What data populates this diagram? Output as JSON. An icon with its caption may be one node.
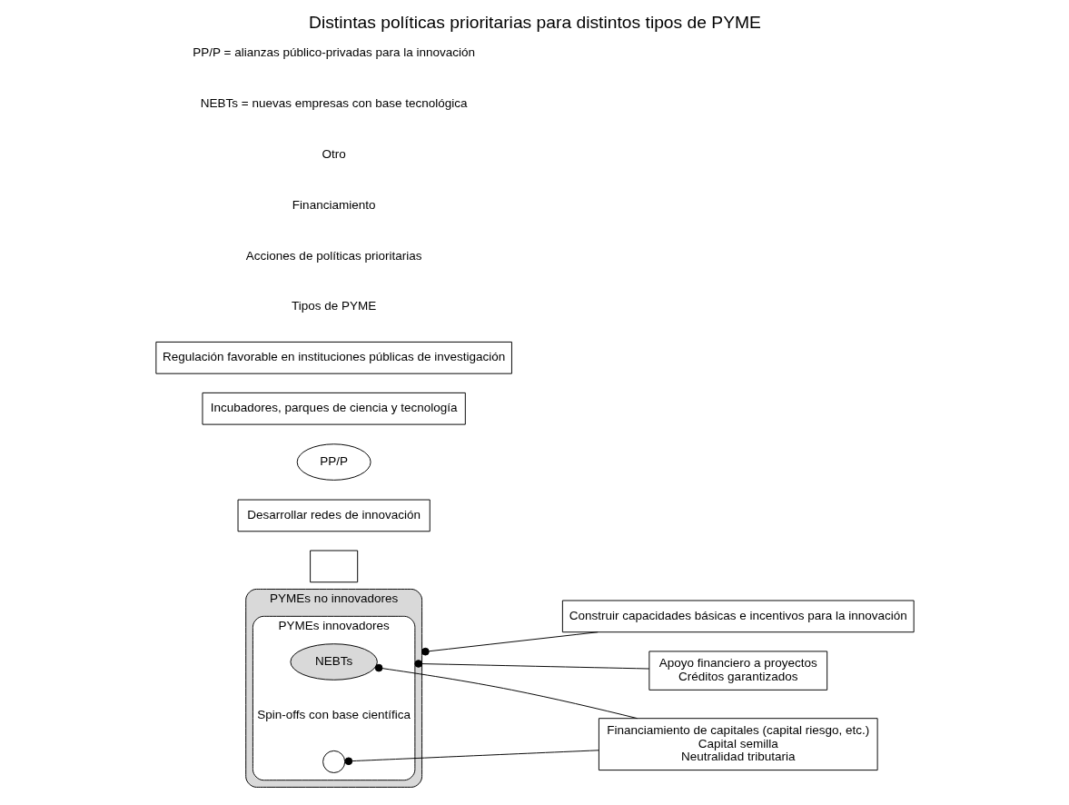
{
  "diagram": {
    "title": "Distintas políticas prioritarias para distintos tipos de PYME",
    "nodes": [
      {
        "text": [
          "PYMEs no innovadores"
        ]
      },
      {
        "text": [
          "PYMEs innovadores"
        ],
        "in": 0
      },
      {
        "text": [
          "NEBTs"
        ],
        "in": 1
      },
      {
        "text": [],
        "shape": "circle",
        "in": 1,
        "beside": [
          "Spin-offs con base científica"
        ]
      },
      {
        "text": [],
        "shape": "box"
      },
      {
        "text": [
          "Construir capacidades básicas e incentivos para la innovación"
        ]
      },
      {
        "text": [
          "Apoyo financiero a proyectos",
          "Créditos garantizados"
        ]
      },
      {
        "text": [
          "Desarrollar redes de innovación"
        ]
      },
      {
        "text": [
          "Financiamiento de capitales (capital riesgo, etc.)",
          "Capital semilla",
          "Neutralidad tributaria"
        ]
      },
      {
        "text": [
          "PP/P"
        ]
      },
      {
        "text": [
          "Incubadores, parques de ciencia y tecnología"
        ]
      },
      {
        "text": [
          "Regulación favorable en instituciones públicas de investigación"
        ]
      }
    ],
    "edges": [
      {
        "from": 0,
        "to": 5,
        "arrow": "other"
      },
      {
        "from": 1,
        "to": 6,
        "arrow": "other"
      },
      {
        "from": 2,
        "to": 8,
        "arrow": "other"
      },
      {
        "from": 3,
        "to": 8,
        "arrow": "other"
      }
    ],
    "labels": [
      "Tipos de PYME",
      "Acciones de políticas prioritarias",
      "Financiamiento",
      "Otro",
      "NEBTs = nuevas empresas con base tecnológica",
      "PP/P = alianzas público-privadas para la innovación"
    ]
  }
}
